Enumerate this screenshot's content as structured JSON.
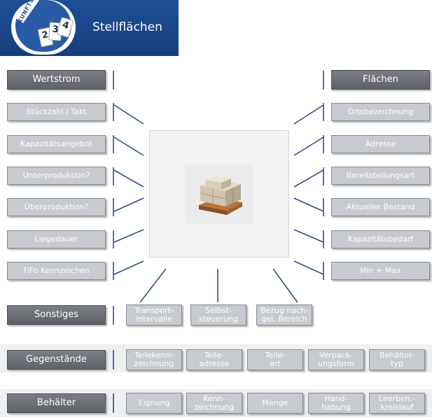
{
  "header": {
    "title": "Stellflächen",
    "logo_text": "NKUNFTS",
    "logo_numbers": [
      "2",
      "3",
      "4"
    ]
  },
  "left_column": {
    "header": "Wertstrom",
    "items": [
      "Stückzahl / Takt",
      "Kapazitätsangebot",
      "Unterproduktion?",
      "Überproduktion?",
      "Liegedauer",
      "FiFo Kennzeichen"
    ]
  },
  "right_column": {
    "header": "Flächen",
    "items": [
      "Ortsbezeichnung",
      "Adresse",
      "Bereitstellungsart",
      "Aktueller Bestand",
      "Kapazitätsbedarf",
      "Min + Max"
    ]
  },
  "sonstiges": {
    "header": "Sonstiges",
    "items": [
      "Transport-\nintervalle",
      "Selbst-\nsteuerung",
      "Bezug nach-\ngel. Bereich"
    ]
  },
  "gegenstaende": {
    "header": "Gegenstände",
    "items": [
      "Teilekenn-\nzeichnung",
      "Teile-\nadresse",
      "Teile-\nart",
      "Verpack-\nungsform",
      "Behälter-\ntyp"
    ]
  },
  "behaelter": {
    "header": "Behälter",
    "items": [
      "Eignung",
      "Kenn-\nzeichnung",
      "Menge",
      "Hand-\nhabung",
      "Leerbeh.-\nkreislauf"
    ]
  },
  "colors": {
    "header_box": "#6a6d73",
    "item_box": "#c7cacf",
    "connector": "#2f4f86",
    "brand_blue": "#1f4f97"
  }
}
